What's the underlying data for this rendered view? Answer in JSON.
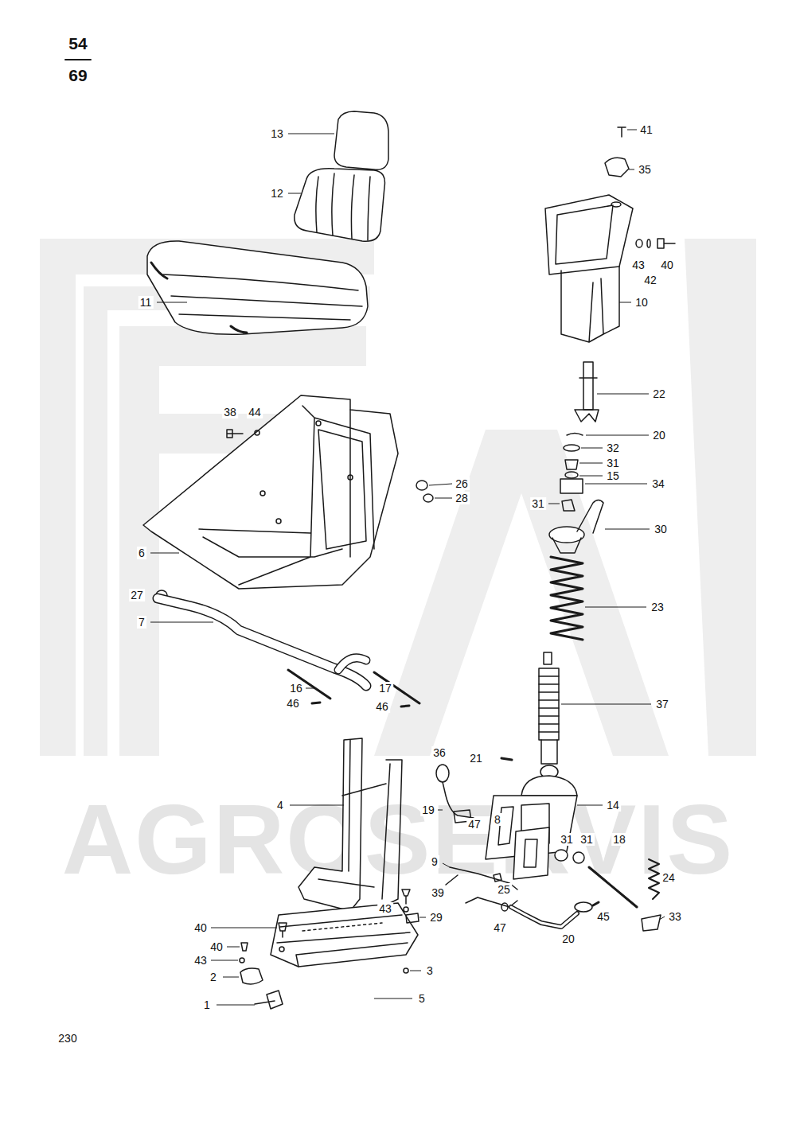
{
  "diagram": {
    "labels": [
      "54",
      "69",
      "13",
      "12",
      "11",
      "41",
      "35",
      "43",
      "42",
      "40",
      "10",
      "22",
      "20",
      "32",
      "31",
      "15",
      "34",
      "31",
      "30",
      "23",
      "37",
      "21",
      "36",
      "19",
      "47",
      "14",
      "8",
      "31",
      "31",
      "18",
      "9",
      "25",
      "24",
      "47",
      "20",
      "45",
      "33",
      "4",
      "38",
      "44",
      "26",
      "28",
      "6",
      "27",
      "7",
      "16",
      "46",
      "17",
      "46",
      "39",
      "43",
      "29",
      "40",
      "40",
      "43",
      "3",
      "2",
      "5",
      "1",
      "230",
      "AGROSERVIS"
    ]
  }
}
